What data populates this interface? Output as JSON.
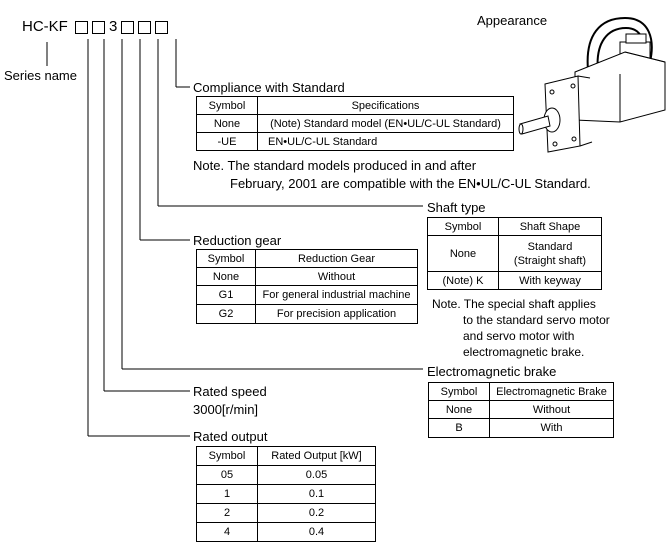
{
  "model_code": {
    "prefix": "HC-KF",
    "digit": "3",
    "series_name": "Series name"
  },
  "appearance_label": "Appearance",
  "compliance": {
    "title": "Compliance with Standard",
    "headers": [
      "Symbol",
      "Specifications"
    ],
    "rows": [
      [
        "None",
        "(Note) Standard model (EN•UL/C-UL Standard)"
      ],
      [
        "-UE",
        "EN•UL/C-UL Standard"
      ]
    ],
    "note_line1": "Note. The standard models produced in and after",
    "note_line2": "February, 2001 are compatible with the EN•UL/C-UL Standard."
  },
  "shaft": {
    "title": "Shaft type",
    "headers": [
      "Symbol",
      "Shaft Shape"
    ],
    "rows": [
      [
        "None",
        "Standard",
        "(Straight shaft)"
      ],
      [
        "(Note) K",
        "With keyway"
      ]
    ],
    "note_lines": [
      "Note. The special shaft applies",
      "to the standard servo motor",
      "and servo motor with",
      "electromagnetic brake."
    ]
  },
  "reduction": {
    "title": "Reduction gear",
    "headers": [
      "Symbol",
      "Reduction Gear"
    ],
    "rows": [
      [
        "None",
        "Without"
      ],
      [
        "G1",
        "For general industrial machine"
      ],
      [
        "G2",
        "For precision application"
      ]
    ]
  },
  "brake": {
    "title": "Electromagnetic brake",
    "headers": [
      "Symbol",
      "Electromagnetic Brake"
    ],
    "rows": [
      [
        "None",
        "Without"
      ],
      [
        "B",
        "With"
      ]
    ]
  },
  "speed": {
    "title": "Rated speed",
    "value": "3000[r/min]"
  },
  "output": {
    "title": "Rated output",
    "headers": [
      "Symbol",
      "Rated Output [kW]"
    ],
    "rows": [
      [
        "05",
        "0.05"
      ],
      [
        "1",
        "0.1"
      ],
      [
        "2",
        "0.2"
      ],
      [
        "4",
        "0.4"
      ]
    ]
  }
}
